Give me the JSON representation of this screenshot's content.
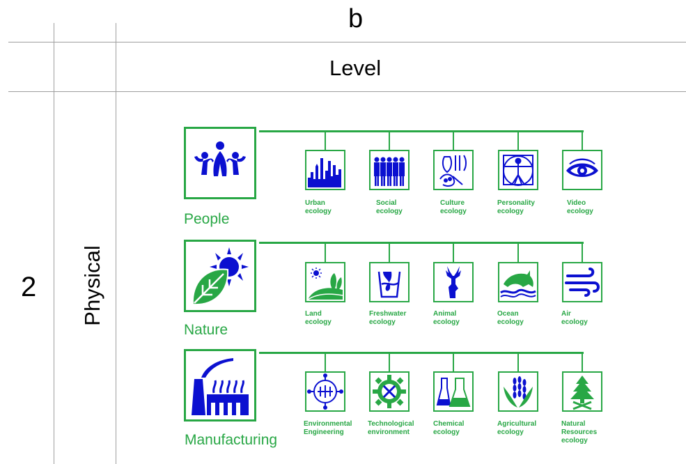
{
  "header": {
    "column_letter": "b",
    "level_title": "Level"
  },
  "row": {
    "number": "2",
    "category": "Physical"
  },
  "colors": {
    "accent": "#28a745",
    "icon": "#0b10d0",
    "grid": "#9e9e9e"
  },
  "groups": [
    {
      "label": "People",
      "icon": "people-icon",
      "items": [
        {
          "label": "Urban\necology",
          "icon": "city-skyline-icon"
        },
        {
          "label": "Social\necology",
          "icon": "crowd-icon"
        },
        {
          "label": "Culture\necology",
          "icon": "culture-art-icon"
        },
        {
          "label": "Personality\necology",
          "icon": "vitruvian-man-icon"
        },
        {
          "label": "Video\necology",
          "icon": "eye-icon"
        }
      ]
    },
    {
      "label": "Nature",
      "icon": "leaf-sun-icon",
      "items": [
        {
          "label": "Land\necology",
          "icon": "landscape-icon"
        },
        {
          "label": "Freshwater\necology",
          "icon": "water-glass-icon"
        },
        {
          "label": "Animal\necology",
          "icon": "deer-icon"
        },
        {
          "label": "Ocean\necology",
          "icon": "dolphin-icon"
        },
        {
          "label": "Air\necology",
          "icon": "wind-icon"
        }
      ]
    },
    {
      "label": "Manufacturing",
      "icon": "factory-icon",
      "items": [
        {
          "label": "Environmental\nEngineering",
          "icon": "circuit-icon"
        },
        {
          "label": "Technological\nenvironment",
          "icon": "gear-tools-icon"
        },
        {
          "label": "Chemical\necology",
          "icon": "flask-icon"
        },
        {
          "label": "Agricultural\necology",
          "icon": "wheat-icon"
        },
        {
          "label": "Natural\nResources\necology",
          "icon": "pine-tree-icon"
        }
      ]
    }
  ]
}
